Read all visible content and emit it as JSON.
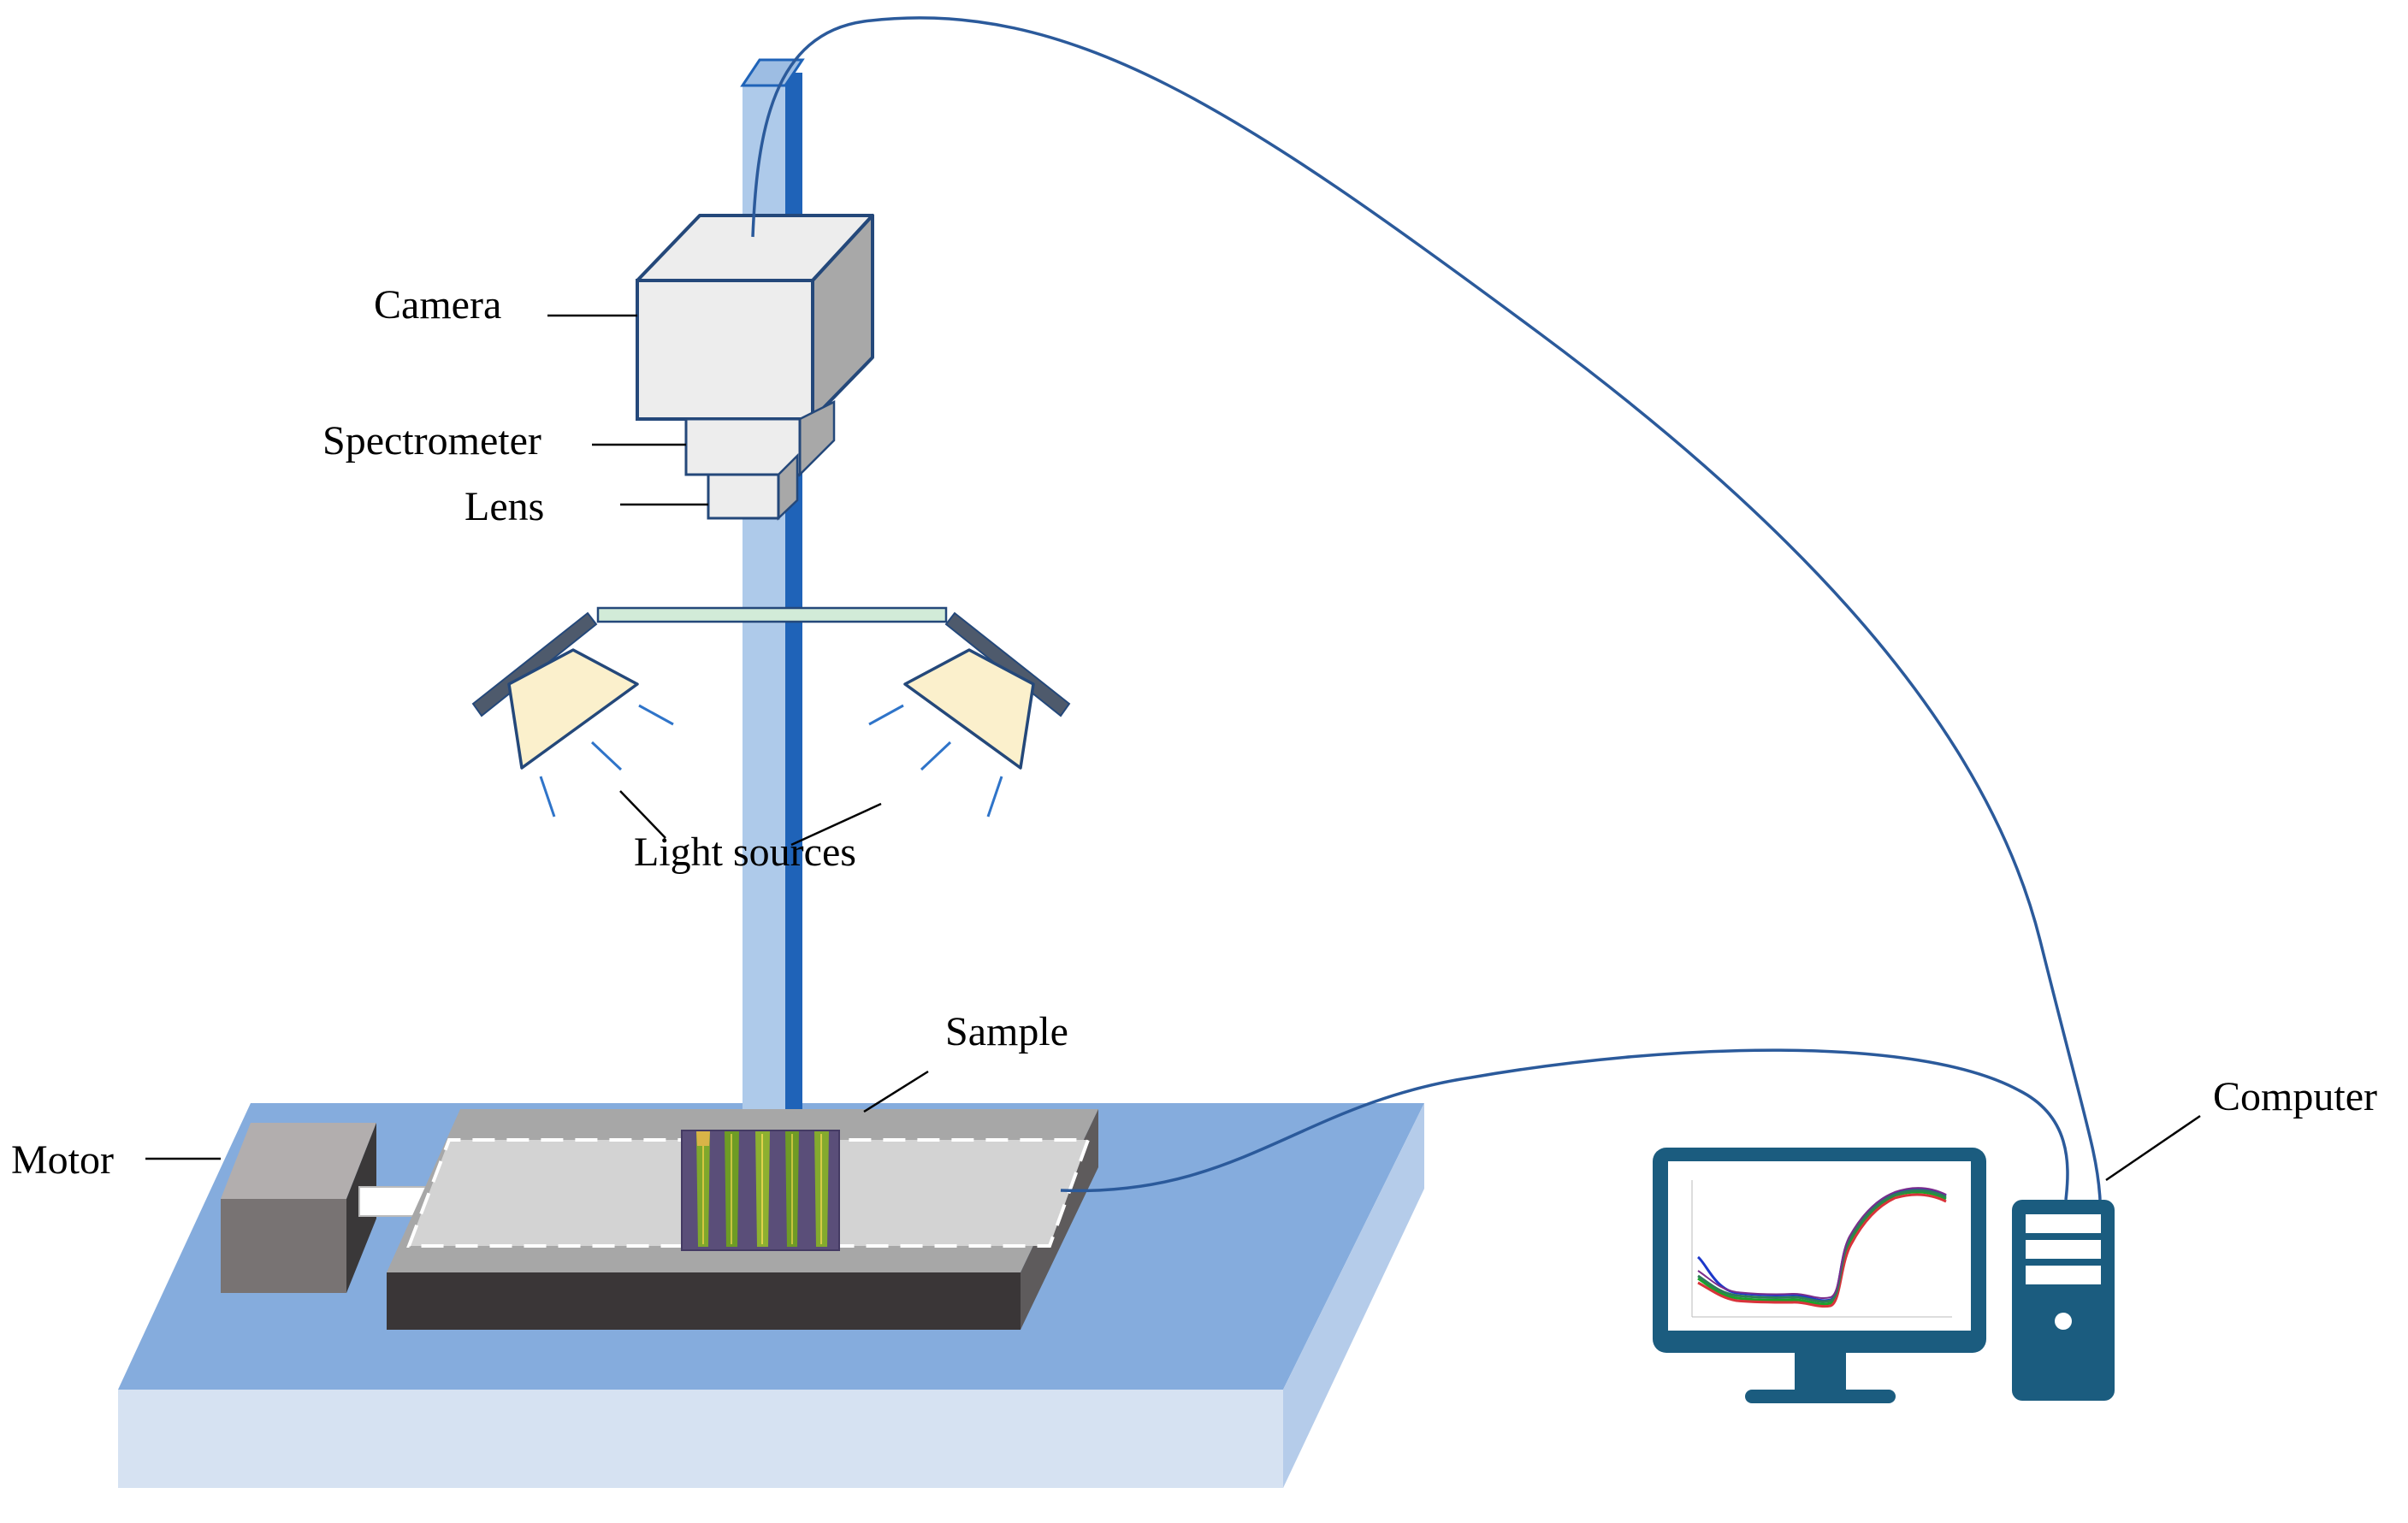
{
  "labels": {
    "camera": "Camera",
    "spectrometer": "Spectrometer",
    "lens": "Lens",
    "light_sources": "Light sources",
    "sample": "Sample",
    "motor": "Motor",
    "computer": "Computer"
  },
  "colors": {
    "table_top": "#85ACDD",
    "table_front": "#D6E2F2",
    "table_side": "#B5CCEA",
    "pole": "#AECAEA",
    "pole_edge": "#1F63B8",
    "box_face": "#EDEDED",
    "box_side": "#A8A8A8",
    "box_outline": "#24487A",
    "light_face": "#FBF0CC",
    "light_plate": "#4E5A6C",
    "light_bar": "#D2EBD8",
    "stage_top": "#A7A7A7",
    "stage_front": "#3A3637",
    "stage_side": "#5E5B5C",
    "tray": "#D3D3D3",
    "motor_front": "#787373",
    "motor_top": "#B2AEAE",
    "motor_side": "#3A3839",
    "cable": "#2B5A9B",
    "computer": "#1B5C7F"
  },
  "icons": {
    "monitor": "monitor-icon",
    "tower": "computer-tower-icon",
    "spectral_plot": "spectral-curve-icon",
    "leaves": "leaf-sample-icon"
  }
}
